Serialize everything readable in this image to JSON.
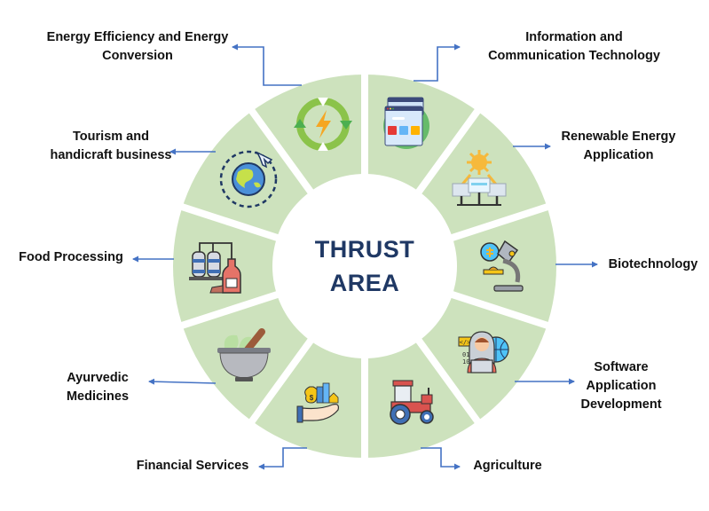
{
  "center": {
    "line1": "THRUST",
    "line2": "AREA"
  },
  "colors": {
    "ring": "#cde2bd",
    "gap": "#ffffff",
    "title": "#1f3864",
    "label": "#111111",
    "connector": "#4472c4"
  },
  "areas": [
    {
      "id": "ict",
      "line1": "Information and",
      "line2": "Communication Technology",
      "icon": "browser-windows-icon"
    },
    {
      "id": "renewable",
      "line1": "Renewable Energy",
      "line2": "Application",
      "icon": "solar-panel-icon"
    },
    {
      "id": "biotech",
      "line1": "Biotechnology",
      "line2": "",
      "icon": "microscope-icon"
    },
    {
      "id": "software",
      "line1": "Software",
      "line2": "Application",
      "line3": "Development",
      "icon": "developer-laptop-icon"
    },
    {
      "id": "agriculture",
      "line1": "Agriculture",
      "line2": "",
      "icon": "tractor-icon"
    },
    {
      "id": "financial",
      "line1": "Financial Services",
      "line2": "",
      "icon": "money-hand-icon"
    },
    {
      "id": "ayurvedic",
      "line1": "Ayurvedic",
      "line2": "Medicines",
      "icon": "mortar-pestle-icon"
    },
    {
      "id": "food",
      "line1": "Food Processing",
      "line2": "",
      "icon": "food-factory-icon"
    },
    {
      "id": "tourism",
      "line1": "Tourism and",
      "line2": "handicraft business",
      "icon": "globe-plane-icon"
    },
    {
      "id": "energy",
      "line1": "Energy Efficiency and Energy",
      "line2": "Conversion",
      "icon": "energy-recycle-icon"
    }
  ]
}
